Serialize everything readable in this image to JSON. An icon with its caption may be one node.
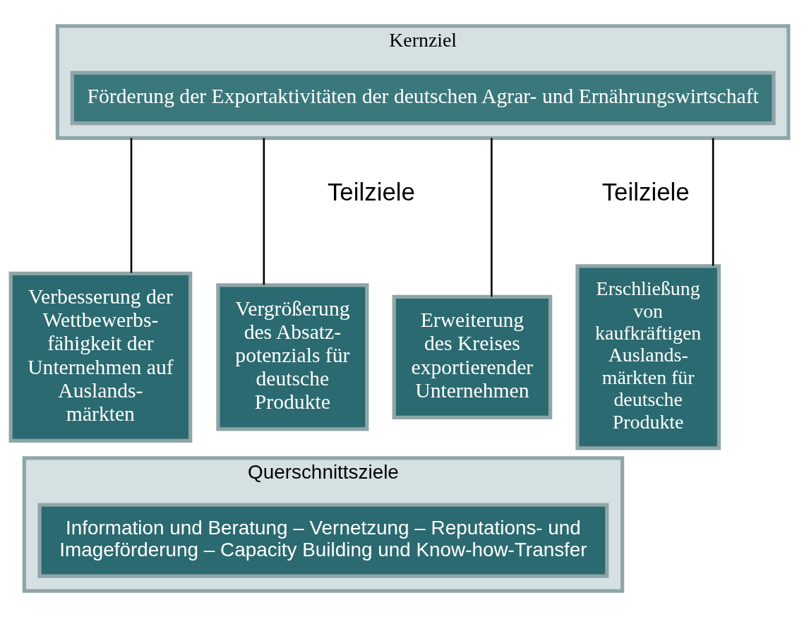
{
  "diagram": {
    "nodes": [
      {
        "text": [
          "Kernziel"
        ]
      },
      {
        "text": [
          "Förderung der Exportaktivitäten der deutschen Agrar- und Ernährungswirtschaft"
        ],
        "in": 0
      },
      {
        "text": [
          "Verbesserung der Wettbewerbs- fähigkeit der Unternehmen auf Auslands- märkten"
        ]
      },
      {
        "text": [
          "Vergrößerung des Absatz- potenzials für deutsche Produkte"
        ]
      },
      {
        "text": [
          "Erweiterung des Kreises exportierender Unternehmen"
        ]
      },
      {
        "text": [
          "Erschließung von kaufkräftigen Auslands- märkten für deutsche Produkte"
        ]
      },
      {
        "text": [
          "Querschnittsziele"
        ]
      },
      {
        "text": [
          "Information und Beratung – Vernetzung – Reputations- und Imageförderung – Capacity Building und Know-how-Transfer"
        ],
        "in": 6
      }
    ],
    "edges": [
      {
        "from": 0,
        "to": 2,
        "arrow": "none"
      },
      {
        "from": 0,
        "to": 3,
        "arrow": "none"
      },
      {
        "from": 0,
        "to": 4,
        "arrow": "none"
      },
      {
        "from": 0,
        "to": 5,
        "arrow": "none"
      }
    ],
    "labels": [
      "Teilziele",
      "Teilziele"
    ]
  }
}
